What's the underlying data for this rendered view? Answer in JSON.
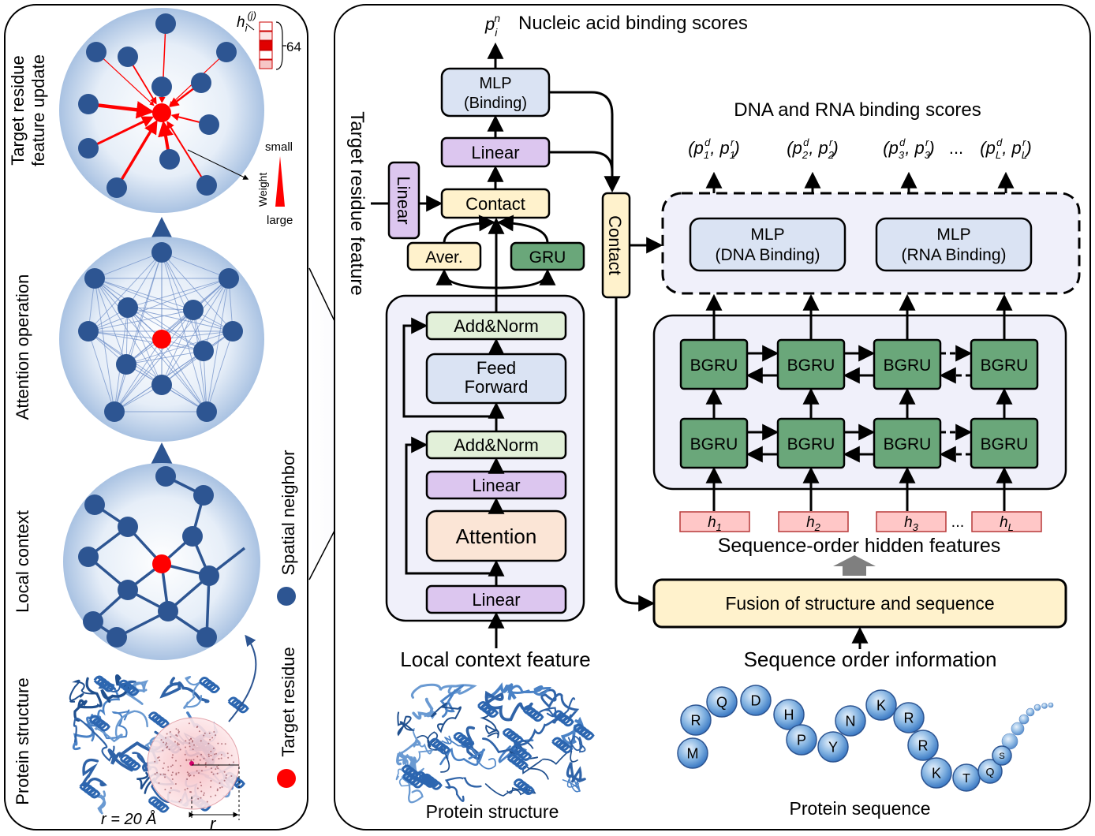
{
  "left_panel": {
    "labels": {
      "protein_structure": "Protein structure",
      "local_context": "Local context",
      "attention_operation": "Attention operation",
      "target_update_line1": "Target residue",
      "target_update_line2": "feature update",
      "spatial_neighbor": "Spatial neighbor",
      "target_residue": "Target residue"
    },
    "legend": {
      "h_ij": "h_i^(j)",
      "dim": "64",
      "weight": "Weight",
      "small": "small",
      "large": "large"
    },
    "radius": {
      "r_equation": "r = 20 Å",
      "r_label": "r"
    }
  },
  "center_panel": {
    "top_title": "Nucleic acid binding scores",
    "top_symbol": "p_i^n",
    "side_label": "Target residue feature",
    "boxes": {
      "mlp_binding_1": "MLP",
      "mlp_binding_2": "(Binding)",
      "linear_top": "Linear",
      "contact": "Contact",
      "linear_side": "Linear",
      "aver": "Aver.",
      "gru": "GRU",
      "add_norm_top": "Add&Norm",
      "feed_forward_1": "Feed",
      "feed_forward_2": "Forward",
      "add_norm_bottom": "Add&Norm",
      "linear_mid": "Linear",
      "attention": "Attention",
      "linear_bottom": "Linear"
    },
    "bottom_label": "Local context feature",
    "structure_caption": "Protein structure"
  },
  "right_panel": {
    "title": "DNA and RNA binding scores",
    "scores": [
      "(p1d, p1r)",
      "(p2d, p2r)",
      "(p3d, p3r)",
      "...",
      "(pLd, pLr)"
    ],
    "contact_vertical": "Contact",
    "mlp_dna_1": "MLP",
    "mlp_dna_2": "(DNA Binding)",
    "mlp_rna_1": "MLP",
    "mlp_rna_2": "(RNA Binding)",
    "bgru": "BGRU",
    "hidden": [
      "h1",
      "h2",
      "h3",
      "...",
      "hL"
    ],
    "hidden_title": "Sequence-order hidden features",
    "fusion": "Fusion of structure and sequence",
    "seq_info": "Sequence order information",
    "sequence_caption": "Protein sequence",
    "sequence_letters": [
      "M",
      "R",
      "Q",
      "D",
      "H",
      "P",
      "Y",
      "N",
      "K",
      "R",
      "R",
      "K",
      "T",
      "Q",
      "S"
    ]
  },
  "colors": {
    "node_blue": "#2d5592",
    "target_red": "#ff0000",
    "edge_blue": "#2d5592",
    "mlp_fill": "#dae3f3",
    "linear_fill": "#dcc6ef",
    "contact_fill": "#fff2cc",
    "gru_fill": "#6aa77a",
    "addnorm_fill": "#e2f0d9",
    "attention_fill": "#fbe5d6",
    "hidden_fill": "#ffc7c7",
    "panel_fill": "#f0f0fa"
  }
}
